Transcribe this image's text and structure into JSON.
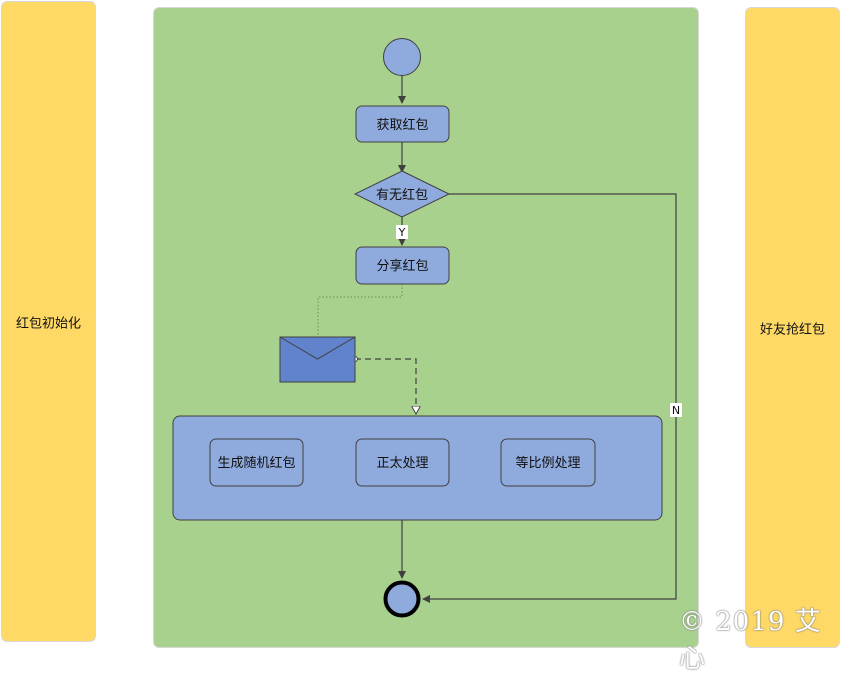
{
  "lanes": {
    "left": "红包初始化",
    "right": "好友抢红包"
  },
  "nodes": {
    "get": "获取红包",
    "has": "有无红包",
    "share": "分享红包",
    "gen": "生成随机红包",
    "normal": "正太处理",
    "ratio": "等比例处理"
  },
  "edges": {
    "yes": "Y",
    "no": "N"
  },
  "watermark": "© 2019 艾心",
  "colors": {
    "lane_side": "#ffd966",
    "lane_mid": "#a9d18e",
    "node_fill": "#8faadc",
    "envelope_fill": "#6183cc",
    "line": "#404040"
  }
}
